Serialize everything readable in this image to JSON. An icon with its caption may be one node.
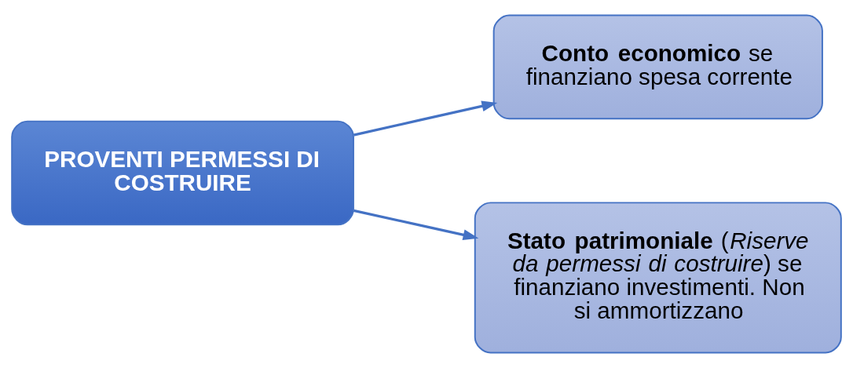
{
  "diagram": {
    "nodes": [
      {
        "text": [
          "PROVENTI PERMESSI DI COSTRUIRE"
        ]
      },
      {
        "text": [
          "**Conto economico** se finanziano spesa corrente"
        ]
      },
      {
        "text": [
          "**Stato patrimoniale** (*Riserve da permessi di costruire*) se finanziano investimenti. Non si ammortizzano"
        ]
      }
    ],
    "edges": [
      {
        "from": 0,
        "to": 1,
        "arrow": "to"
      },
      {
        "from": 0,
        "to": 2,
        "arrow": "to"
      }
    ]
  }
}
